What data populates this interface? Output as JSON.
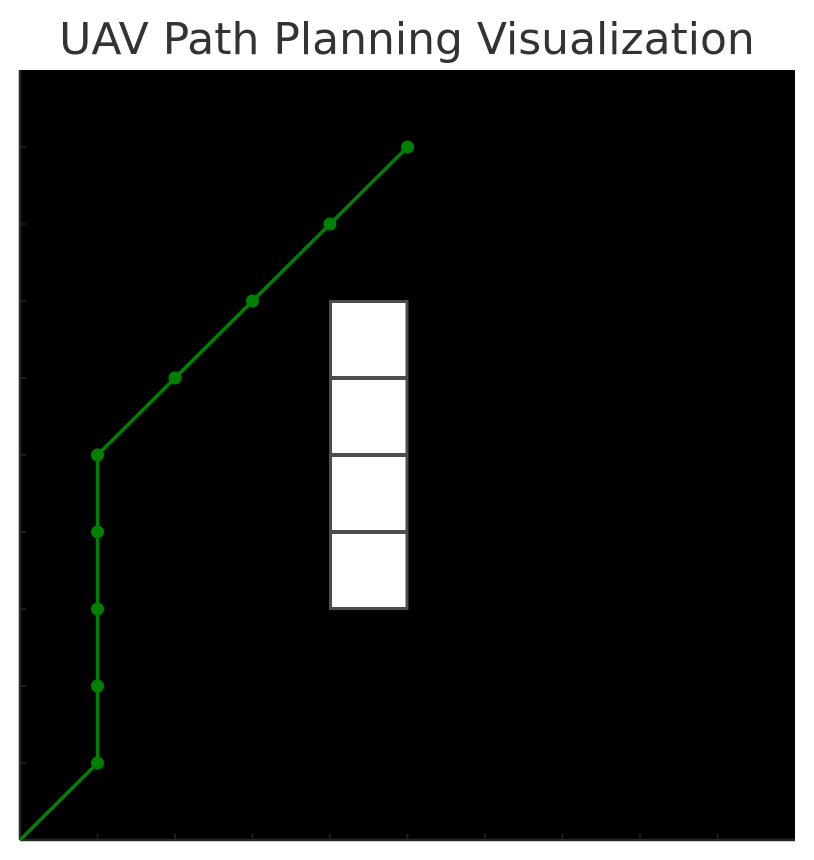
{
  "chart_data": {
    "type": "line",
    "title": "UAV Path Planning Visualization",
    "xlabel": "",
    "ylabel": "",
    "xlim": [
      0,
      10
    ],
    "ylim": [
      0,
      10
    ],
    "grid": false,
    "colors": {
      "background": "#000000",
      "path": "#008000",
      "obstacle_fill": "#ffffff",
      "obstacle_edge": "#4d4d4d",
      "axis": "#262626"
    },
    "series": [
      {
        "x": [
          0,
          1,
          1,
          1,
          1,
          1,
          2,
          3,
          4,
          5
        ],
        "y": [
          0,
          1,
          2,
          3,
          4,
          5,
          6,
          7,
          8,
          9
        ]
      }
    ],
    "obstacles": [
      {
        "x": 4,
        "y": 3
      },
      {
        "x": 4,
        "y": 4
      },
      {
        "x": 4,
        "y": 5
      },
      {
        "x": 4,
        "y": 6
      }
    ],
    "xticks": [
      1,
      2,
      3,
      4,
      5,
      6,
      7,
      8,
      9
    ],
    "yticks": [
      1,
      2,
      3,
      4,
      5,
      6,
      7,
      8,
      9
    ]
  }
}
